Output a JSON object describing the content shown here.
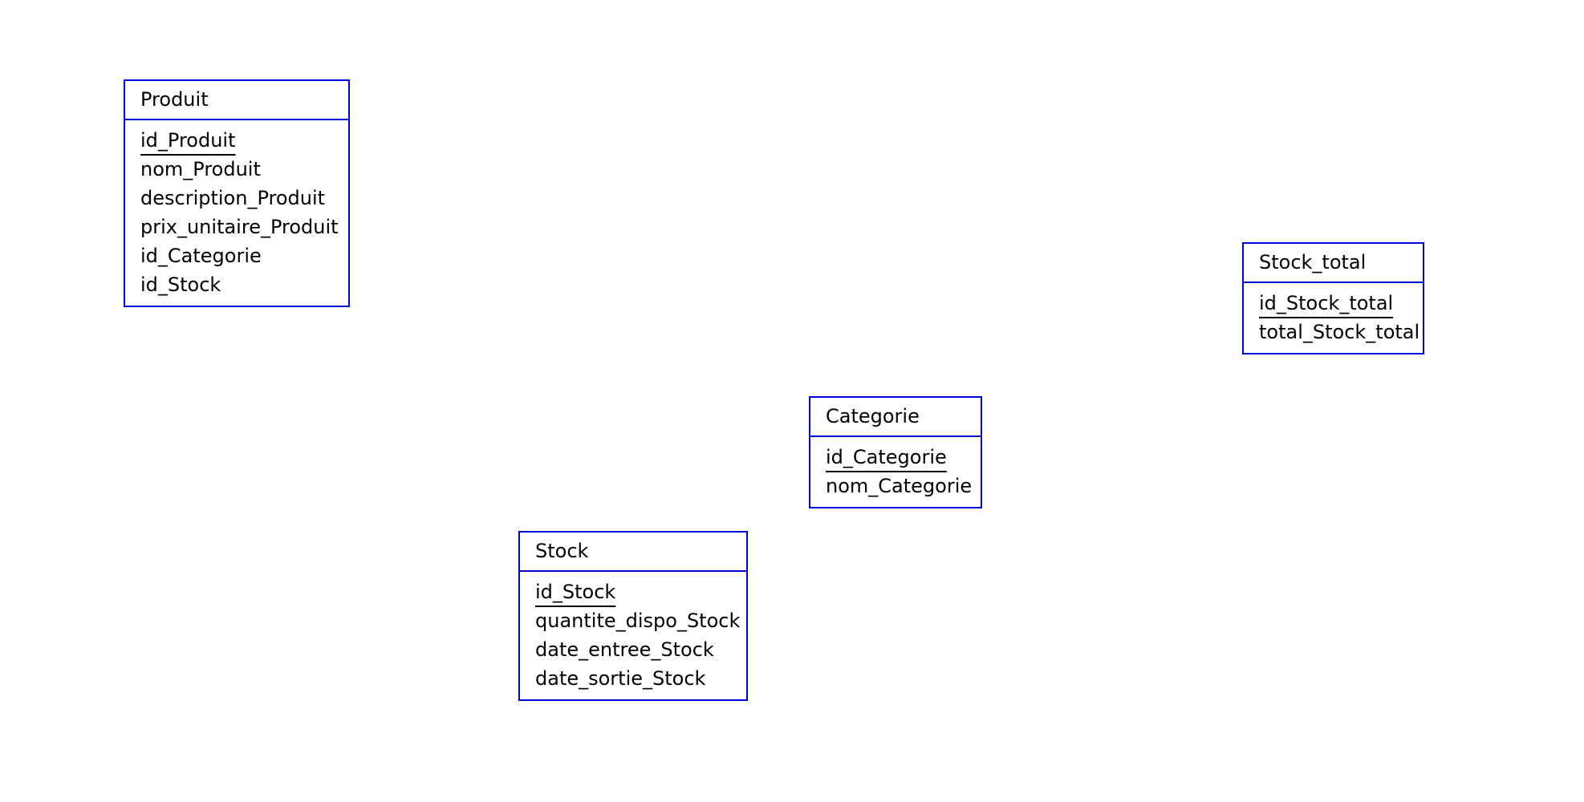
{
  "diagram": {
    "border_color": "#0000dd",
    "entities": {
      "produit": {
        "name": "Produit",
        "attributes": [
          {
            "label": "id_Produit",
            "primary_key": true
          },
          {
            "label": "nom_Produit",
            "primary_key": false
          },
          {
            "label": "description_Produit",
            "primary_key": false
          },
          {
            "label": "prix_unitaire_Produit",
            "primary_key": false
          },
          {
            "label": "id_Categorie",
            "primary_key": false
          },
          {
            "label": "id_Stock",
            "primary_key": false
          }
        ]
      },
      "stock_total": {
        "name": "Stock_total",
        "attributes": [
          {
            "label": "id_Stock_total",
            "primary_key": true
          },
          {
            "label": "total_Stock_total",
            "primary_key": false
          }
        ]
      },
      "categorie": {
        "name": "Categorie",
        "attributes": [
          {
            "label": "id_Categorie",
            "primary_key": true
          },
          {
            "label": "nom_Categorie",
            "primary_key": false
          }
        ]
      },
      "stock": {
        "name": "Stock",
        "attributes": [
          {
            "label": "id_Stock",
            "primary_key": true
          },
          {
            "label": "quantite_dispo_Stock",
            "primary_key": false
          },
          {
            "label": "date_entree_Stock",
            "primary_key": false
          },
          {
            "label": "date_sortie_Stock",
            "primary_key": false
          }
        ]
      }
    }
  }
}
